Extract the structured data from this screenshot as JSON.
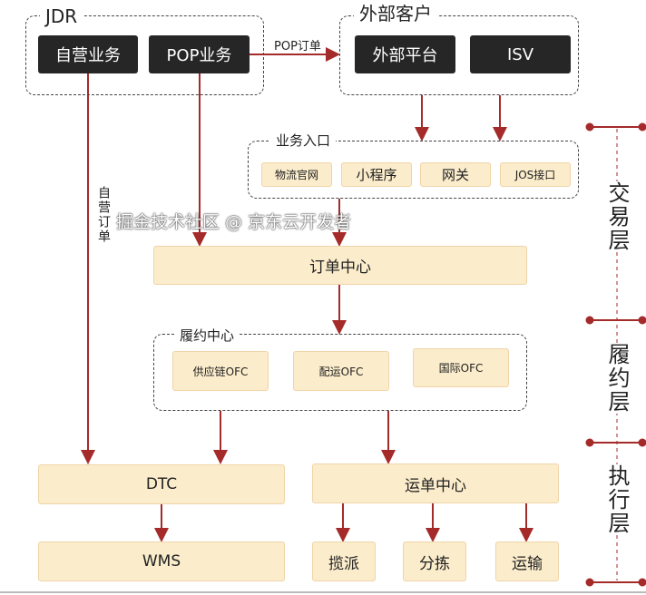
{
  "jdr": {
    "title": "JDR",
    "items": [
      "自营业务",
      "POP业务"
    ]
  },
  "external": {
    "title": "外部客户",
    "items": [
      "外部平台",
      "ISV"
    ]
  },
  "pop_order_label": "POP订单",
  "self_order_label": "自营订单",
  "entry": {
    "title": "业务入口",
    "items": [
      "物流官网",
      "小程序",
      "网关",
      "JOS接口"
    ]
  },
  "order_center": "订单中心",
  "fulfillment": {
    "title": "履约中心",
    "items": [
      "供应链OFC",
      "配运OFC",
      "国际OFC"
    ]
  },
  "dtc": "DTC",
  "wms": "WMS",
  "waybill_center": "运单中心",
  "waybill_items": [
    "揽派",
    "分拣",
    "运输"
  ],
  "layers": [
    "交易层",
    "履约层",
    "执行层"
  ],
  "watermark": "掘金技术社区 @ 京东云开发者",
  "colors": {
    "arrow": "#a52a2a",
    "dark_box": "#262626",
    "cream_box": "#fbeccb"
  }
}
